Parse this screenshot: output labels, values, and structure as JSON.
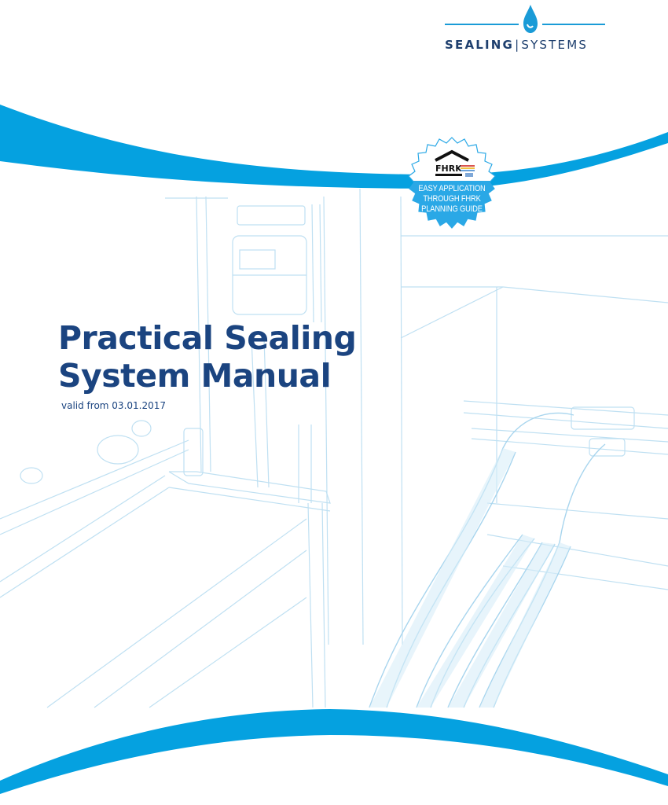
{
  "brand": {
    "name_bold": "SEALING",
    "separator": "|",
    "name_light": "SYSTEMS",
    "icon": "water-drop-icon",
    "accent_color": "#1a9bd7",
    "text_color": "#1e3f6e"
  },
  "badge": {
    "logo_text": "FHRK",
    "lines": [
      "EASY APPLICATION",
      "THROUGH FHRK",
      "PLANNING GUIDE"
    ],
    "color": "#2aa8e6"
  },
  "cover": {
    "title_line1": "Practical Sealing",
    "title_line2": "System Manual",
    "subtitle": "valid from 03.01.2017",
    "title_color": "#1b4480",
    "wave_color": "#05a1e0"
  }
}
